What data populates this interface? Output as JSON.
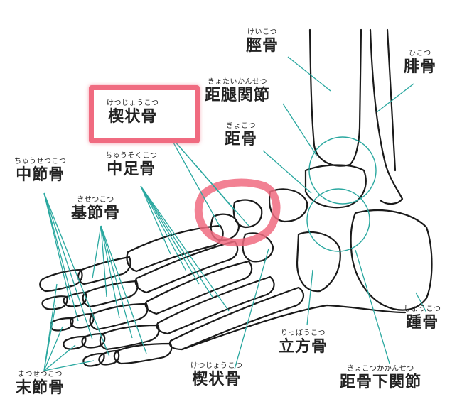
{
  "labels": {
    "keikotsu": {
      "ruby": "けいこつ",
      "name": "脛骨"
    },
    "hikotsu": {
      "ruby": "ひこつ",
      "name": "腓骨"
    },
    "kyotaikansetsu": {
      "ruby": "きょたいかんせつ",
      "name": "距腿関節"
    },
    "ketsujokotsu_top": {
      "ruby": "けつじょうこつ",
      "name": "楔状骨"
    },
    "kyokotsu": {
      "ruby": "きょこつ",
      "name": "距骨"
    },
    "chusetsukotsu": {
      "ruby": "ちゅうせつこつ",
      "name": "中節骨"
    },
    "chusokukotsu": {
      "ruby": "ちゅうそくこつ",
      "name": "中足骨"
    },
    "kisetsukotsu": {
      "ruby": "きせつこつ",
      "name": "基節骨"
    },
    "shokotsu": {
      "ruby": "しょうこつ",
      "name": "踵骨"
    },
    "rippokotsu": {
      "ruby": "りっぽうこつ",
      "name": "立方骨"
    },
    "massetsukotsu": {
      "ruby": "まつせつこつ",
      "name": "末節骨"
    },
    "ketsujokotsu_bottom": {
      "ruby": "けつじょうこつ",
      "name": "楔状骨"
    },
    "kyokotsukakansetsu": {
      "ruby": "きょこつかかんせつ",
      "name": "距骨下関節"
    }
  },
  "colors": {
    "leader": "#2aa8a0",
    "highlight": "#f06b80",
    "outline": "#1a1a1a"
  }
}
